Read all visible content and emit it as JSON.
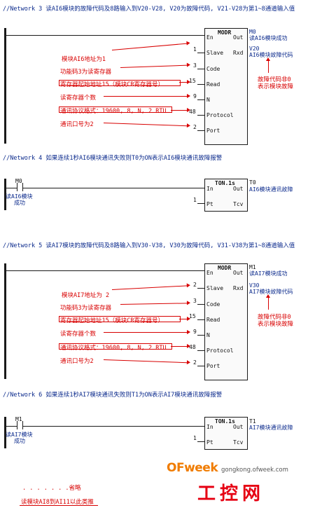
{
  "network3": {
    "title": "//Network 3  读AI6模块的故障代码及8路输入到V20-V28, V20为故障代码, V21-V28为第1~8通道输入值",
    "block": {
      "name": "MODR",
      "en": "En",
      "out": "Out",
      "pins": [
        "Slave",
        "Code",
        "Read",
        "N",
        "Protocol",
        "Port"
      ],
      "values": [
        "1",
        "3",
        "15",
        "9",
        "48",
        "2"
      ],
      "rxd": "Rxd"
    },
    "out_var": "M0",
    "out_desc": "读AI6模块成功",
    "rxd_var": "V20",
    "rxd_desc": "AI6模块故障代码",
    "annotations": [
      "模块AI6地址为1",
      "功能码3为读寄存器",
      "寄存器起始地址15（模块CR寄存器号）",
      "读寄存器个数",
      "通讯协议格式：19600, 8, N, 2 RTU",
      "通讯口号为2"
    ],
    "note1": "故障代码非0",
    "note2": "表示模块故障"
  },
  "network4": {
    "title": "//Network 4  如果连续1秒AI6模块通讯失败则T0为ON表示AI6模块通讯故障报警",
    "contact_var": "M0",
    "contact_desc1": "读AI6模块",
    "contact_desc2": "成功",
    "timer": {
      "name": "TON.1s",
      "in": "In",
      "out": "Out",
      "pt": "Pt",
      "tcv": "Tcv",
      "pt_val": "1"
    },
    "out_var": "T0",
    "out_desc": "AI6模块通讯故障"
  },
  "network5": {
    "title": "//Network 5  读AI7模块的故障代码及8路输入到V30-V38, V30为故障代码, V31-V38为第1~8通道输入值",
    "block": {
      "name": "MODR",
      "en": "En",
      "out": "Out",
      "pins": [
        "Slave",
        "Code",
        "Read",
        "N",
        "Protocol",
        "Port"
      ],
      "values": [
        "2",
        "3",
        "15",
        "9",
        "48",
        "2"
      ],
      "rxd": "Rxd"
    },
    "out_var": "M1",
    "out_desc": "读AI7模块成功",
    "rxd_var": "V30",
    "rxd_desc": "AI7模块故障代码",
    "annotations": [
      "模块AI7地址为 2",
      "功能码3为读寄存器",
      "寄存器起始地址15（模块CR寄存器号）",
      "读寄存器个数",
      "通讯协议格式：19600, 8, N, 2 RTU",
      "通讯口号为2"
    ],
    "note1": "故障代码非0",
    "note2": "表示模块故障"
  },
  "network6": {
    "title": "//Network 6  如果连续1秒AI7模块通讯失败则T1为ON表示AI7模块通讯故障报警",
    "contact_var": "M1",
    "contact_desc1": "读AI7模块",
    "contact_desc2": "成功",
    "timer": {
      "name": "TON.1s",
      "in": "In",
      "out": "Out",
      "pt": "Pt",
      "tcv": "Tcv",
      "pt_val": "1"
    },
    "out_var": "T1",
    "out_desc": "AI7模块通讯故障"
  },
  "footer": {
    "dots": ". . . . . . .省略",
    "line2": "读模块AI8到AI11以此类推"
  },
  "watermark": {
    "brand": "OFweek",
    "url": "gongkong.ofweek.com",
    "cn": "工控网"
  },
  "colors": {
    "title": "#0b2a8c",
    "annotation": "#d80000",
    "logo_orange": "#f07c00",
    "logo_red": "#e60012"
  }
}
